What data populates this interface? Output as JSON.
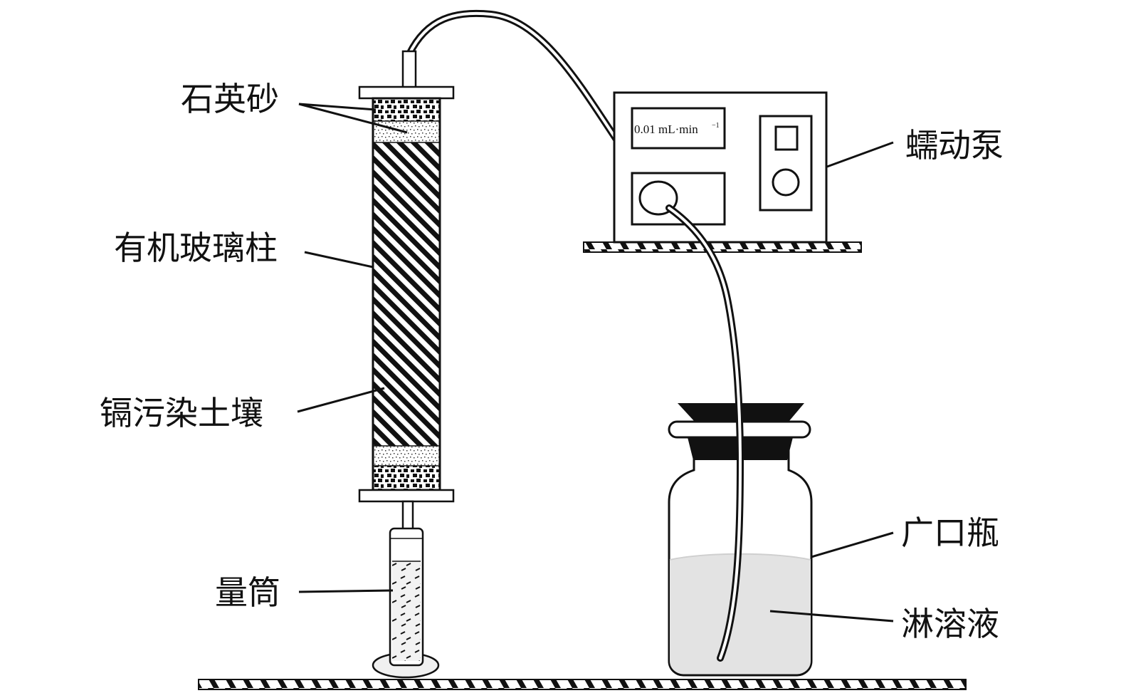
{
  "labels": {
    "quartz_sand": "石英砂",
    "plexiglass_column": "有机玻璃柱",
    "cd_soil": "镉污染土壤",
    "graduated_cylinder": "量筒",
    "peristaltic_pump": "蠕动泵",
    "wide_mouth_bottle": "广口瓶",
    "leaching_solution": "淋溶液"
  },
  "pump_display": {
    "value": "0.01 mL·min",
    "exponent": "−1"
  },
  "colors": {
    "stroke": "#111111",
    "solution": "#e3e3e3",
    "stopper": "#111111",
    "background": "#ffffff"
  }
}
